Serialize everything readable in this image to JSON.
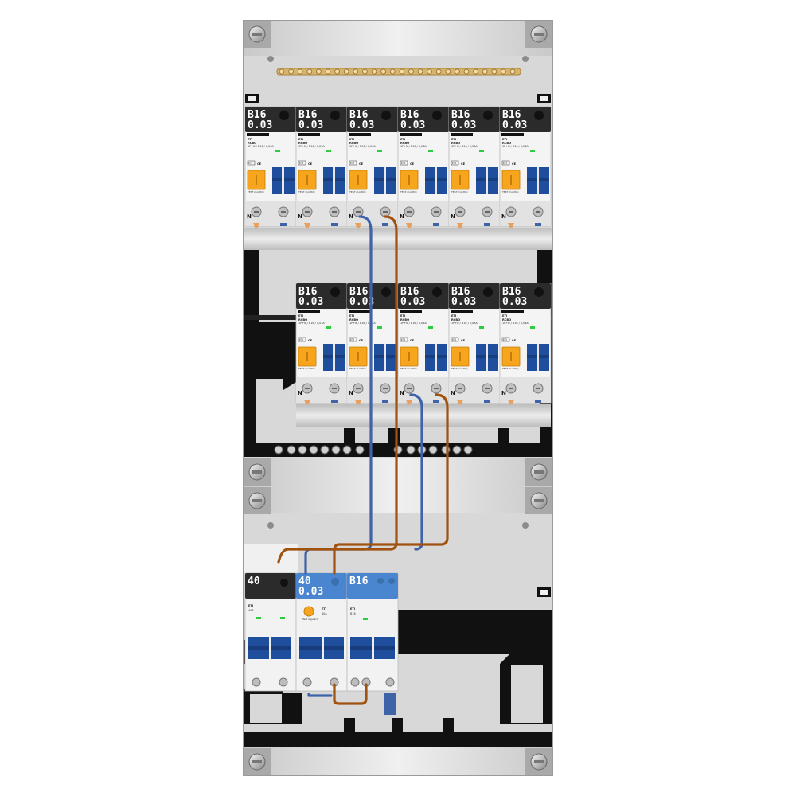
{
  "colors": {
    "enclosure": "#dcdcdc",
    "enclosure_edge": "#9a9a9a",
    "din_rail": "#111111",
    "label_dark": "#2b2b2b",
    "label_blue": "#4a86d0",
    "toggle_blue": "#1f4e9c",
    "toggle_orange": "#f7a51c",
    "wire_blue": "#3f63a8",
    "wire_brown": "#a0520f",
    "busbar": "#d9b46a",
    "indicator_green": "#2ecc40"
  },
  "icons": {
    "screw": "screw-icon",
    "mounting_hole": "mounting-hole-icon",
    "ce_mark": "ce-mark-icon"
  },
  "row1": {
    "modules": [
      {
        "rating": "B16",
        "sensitivity": "0.03",
        "brand": "ETI",
        "model": "RCBO",
        "spec": "1P+N / B16 / 0,03A",
        "cat": "ETI",
        "ce": "CE",
        "test": "TEST monthly",
        "n": "N"
      },
      {
        "rating": "B16",
        "sensitivity": "0.03",
        "brand": "ETI",
        "model": "RCBO",
        "spec": "1P+N / B16 / 0,03A",
        "cat": "ETI",
        "ce": "CE",
        "test": "TEST monthly",
        "n": "N"
      },
      {
        "rating": "B16",
        "sensitivity": "0.03",
        "brand": "ETI",
        "model": "RCBO",
        "spec": "1P+N / B16 / 0,03A",
        "cat": "ETI",
        "ce": "CE",
        "test": "TEST monthly",
        "n": "N"
      },
      {
        "rating": "B16",
        "sensitivity": "0.03",
        "brand": "ETI",
        "model": "RCBO",
        "spec": "1P+N / B16 / 0,03A",
        "cat": "ETI",
        "ce": "CE",
        "test": "TEST monthly",
        "n": "N"
      },
      {
        "rating": "B16",
        "sensitivity": "0.03",
        "brand": "ETI",
        "model": "RCBO",
        "spec": "1P+N / B16 / 0,03A",
        "cat": "ETI",
        "ce": "CE",
        "test": "TEST monthly",
        "n": "N"
      },
      {
        "rating": "B16",
        "sensitivity": "0.03",
        "brand": "ETI",
        "model": "RCBO",
        "spec": "1P+N / B16 / 0,03A",
        "cat": "ETI",
        "ce": "CE",
        "test": "TEST monthly",
        "n": "N"
      }
    ]
  },
  "row2": {
    "modules": [
      {
        "rating": "B16",
        "sensitivity": "0.03",
        "brand": "ETI",
        "model": "RCBO",
        "spec": "1P+N / B16 / 0,03A",
        "cat": "ETI",
        "ce": "CE",
        "test": "TEST monthly",
        "n": "N"
      },
      {
        "rating": "B16",
        "sensitivity": "0.03",
        "brand": "ETI",
        "model": "RCBO",
        "spec": "1P+N / B16 / 0,03A",
        "cat": "ETI",
        "ce": "CE",
        "test": "TEST monthly",
        "n": "N"
      },
      {
        "rating": "B16",
        "sensitivity": "0.03",
        "brand": "ETI",
        "model": "RCBO",
        "spec": "1P+N / B16 / 0,03A",
        "cat": "ETI",
        "ce": "CE",
        "test": "TEST monthly",
        "n": "N"
      },
      {
        "rating": "B16",
        "sensitivity": "0.03",
        "brand": "ETI",
        "model": "RCBO",
        "spec": "1P+N / B16 / 0,03A",
        "cat": "ETI",
        "ce": "CE",
        "test": "TEST monthly",
        "n": "N"
      },
      {
        "rating": "B16",
        "sensitivity": "0.03",
        "brand": "ETI",
        "model": "RCBO",
        "spec": "1P+N / B16 / 0,03A",
        "cat": "ETI",
        "ce": "CE",
        "test": "TEST monthly",
        "n": "N"
      }
    ]
  },
  "row3": {
    "main_switch": {
      "rating": "40",
      "line1": "ETI",
      "line2": "40A"
    },
    "rcd": {
      "rating": "40",
      "sensitivity": "0.03",
      "line1": "ETI",
      "line2": "40A",
      "test": "Test regularly"
    },
    "mcb": {
      "rating": "B16",
      "line1": "ETI",
      "line2": "B16"
    }
  }
}
